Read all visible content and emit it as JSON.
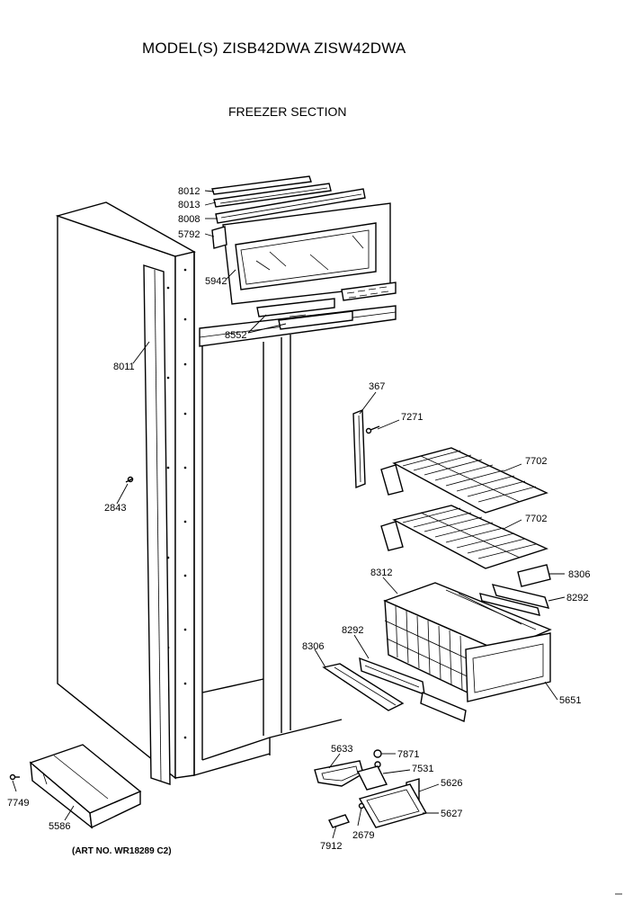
{
  "header": {
    "title": "MODEL(S) ZISB42DWA  ZISW42DWA",
    "section": "FREEZER SECTION"
  },
  "footer": {
    "art_number": "(ART NO. WR18289 C2)"
  },
  "callouts": {
    "p8012": "8012",
    "p8013": "8013",
    "p8008": "8008",
    "p5792": "5792",
    "p5942": "5942",
    "p8552": "8552",
    "p8011": "8011",
    "p2843": "2843",
    "p367": "367",
    "p7271": "7271",
    "p7702a": "7702",
    "p7702b": "7702",
    "p8312": "8312",
    "p8306a": "8306",
    "p8292a": "8292",
    "p8292b": "8292",
    "p8306b": "8306",
    "p5651": "5651",
    "p5633": "5633",
    "p7871": "7871",
    "p7531": "7531",
    "p5626": "5626",
    "p5627": "5627",
    "p2679": "2679",
    "p7912": "7912",
    "p7749": "7749",
    "p5586": "5586"
  }
}
